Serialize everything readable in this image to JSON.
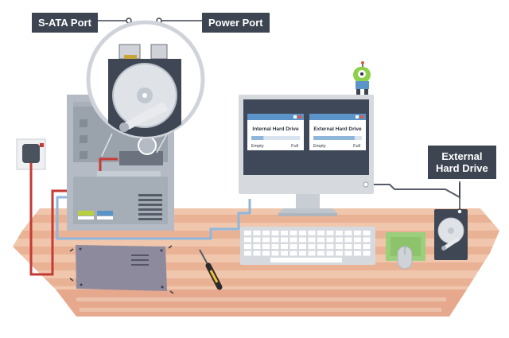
{
  "callouts": {
    "sata_port": "S-ATA Port",
    "power_port": "Power Port",
    "external_drive": "External\nHard Drive"
  },
  "monitor_windows": [
    {
      "title": "Internal Hard Drive",
      "empty_label": "Empty",
      "full_label": "Full",
      "fill_level": 0.25
    },
    {
      "title": "External Hard Drive",
      "empty_label": "Empty",
      "full_label": "Full",
      "fill_level": 0.85
    }
  ],
  "colors": {
    "callout_bg": "#3d4452",
    "desk": "#f0c6ad",
    "desk_stripe": "#e7a98d",
    "monitor_frame": "#d6dadf",
    "screen": "#3f4858",
    "window_title_bar": "#5b94c9",
    "data_cable": "#8fb7dc",
    "power_cable": "#c53a35",
    "sata_cable": "#b8cf3f",
    "mouse_pad": "#9ccf7c",
    "robot": "#8fcf4a"
  }
}
